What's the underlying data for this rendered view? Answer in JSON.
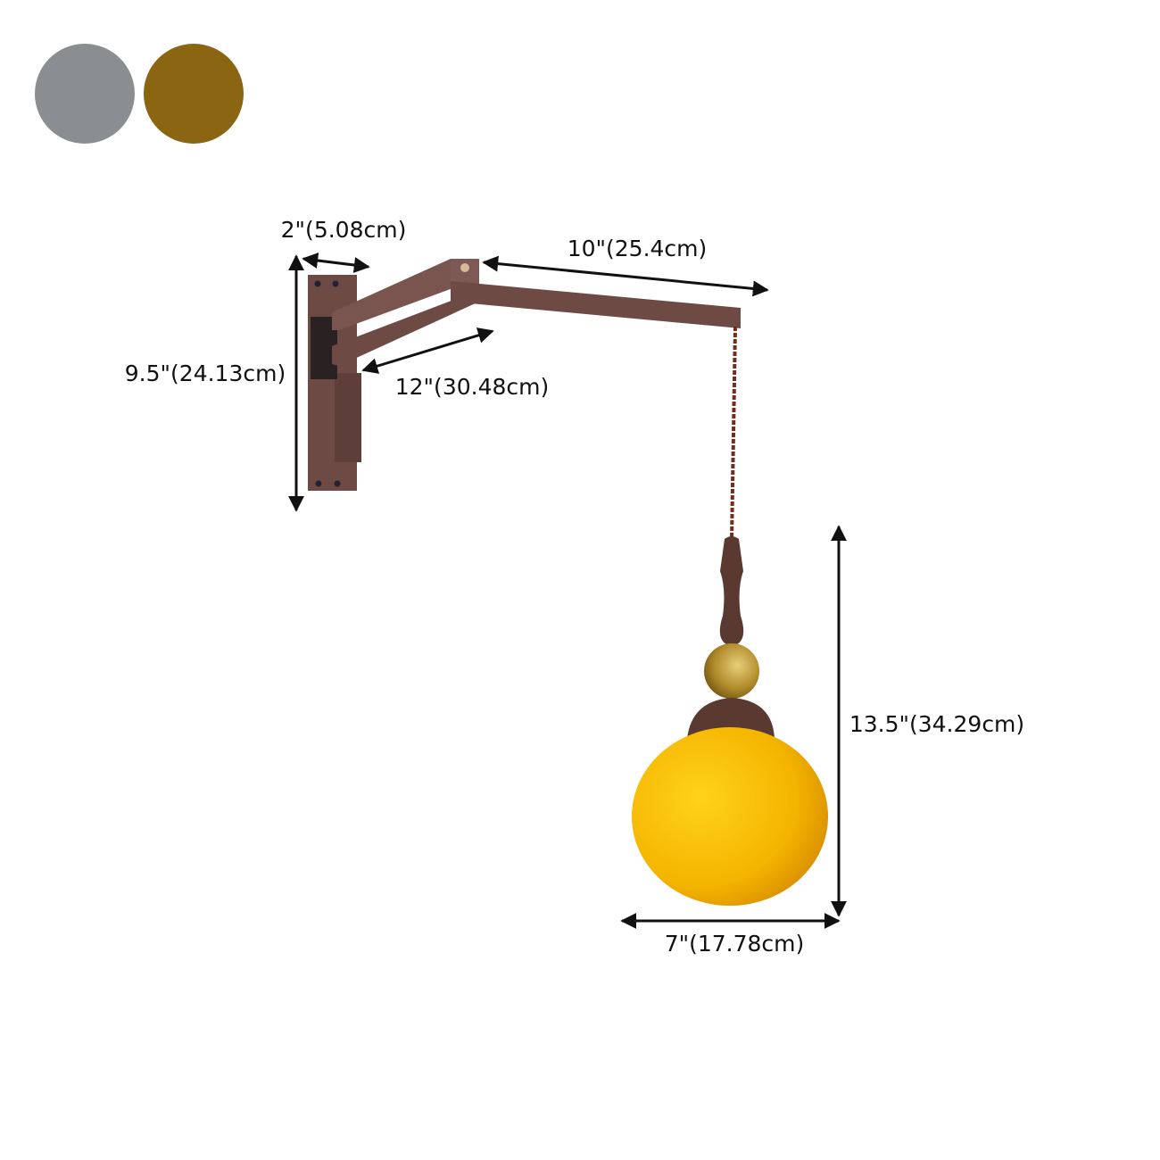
{
  "color_swatches": [
    {
      "name": "gray",
      "color": "#8b8e91"
    },
    {
      "name": "brass",
      "color": "#8b6512"
    }
  ],
  "dimensions": {
    "depth": "2\"(5.08cm)",
    "backplate_height": "9.5\"(24.13cm)",
    "outer_arm": "10\"(25.4cm)",
    "inner_arm": "12\"(30.48cm)",
    "pendant_height": "13.5\"(34.29cm)",
    "shade_width": "7\"(17.78cm)"
  },
  "colors": {
    "wood": "#6e4a45",
    "wood_dark": "#5a3a30",
    "brass": "#b08a2a",
    "shade": "#f5b800",
    "cord": "#7a2a1a"
  }
}
